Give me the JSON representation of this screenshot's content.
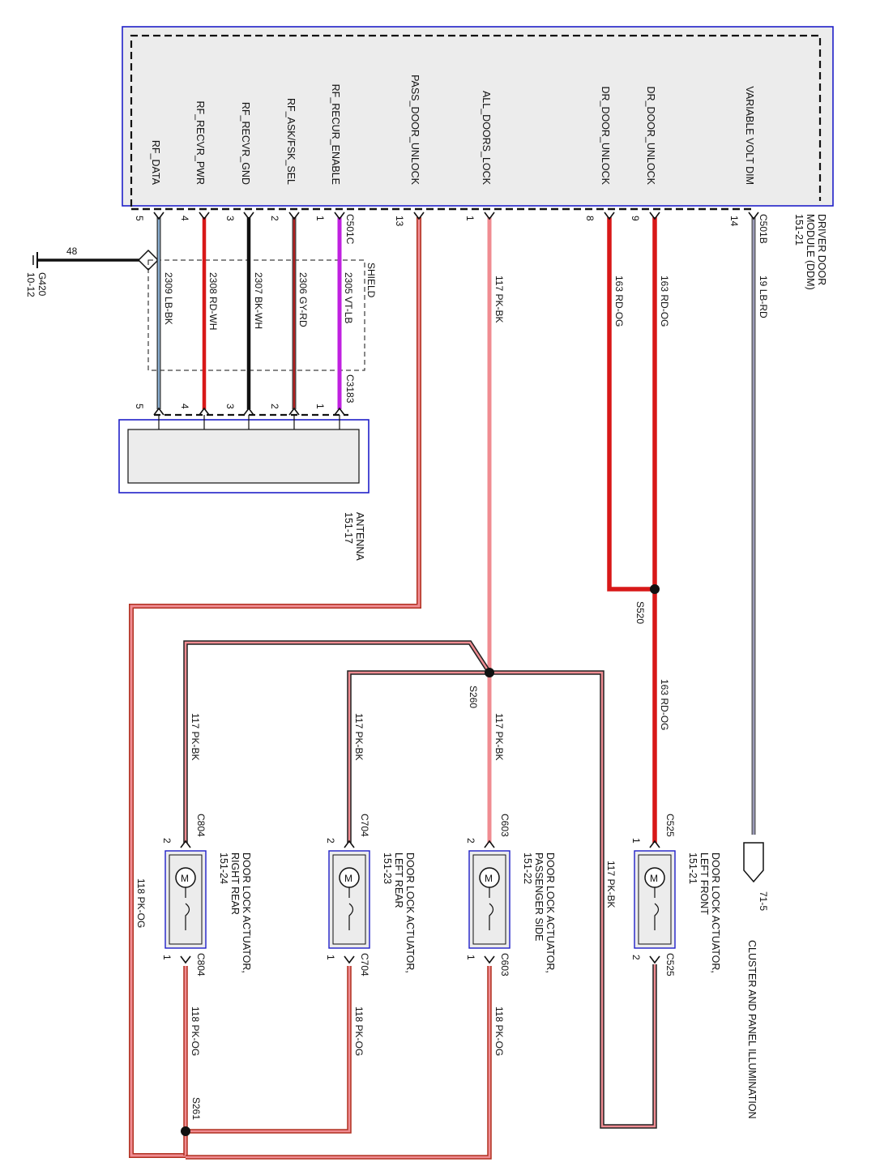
{
  "module": {
    "name_lines": [
      "DRIVER DOOR",
      "MODULE (DDM)",
      "151-21"
    ],
    "connector_a": "C501B",
    "connector_c": "C501C",
    "pin_labels": [
      {
        "pin": "5",
        "signal": "RF_DATA"
      },
      {
        "pin": "4",
        "signal": "RF_RECVR_PWR"
      },
      {
        "pin": "3",
        "signal": "RF_RECVR_GND"
      },
      {
        "pin": "2",
        "signal": "RF_ASK/FSK_SEL"
      },
      {
        "pin": "1",
        "signal": "RF_RECUR_ENABLE"
      },
      {
        "pin": "13",
        "signal": "PASS_DOOR_UNLOCK"
      },
      {
        "pin": "1",
        "signal": "ALL_DOORS_LOCK"
      },
      {
        "pin": "8",
        "signal": "DR_DOOR_UNLOCK"
      },
      {
        "pin": "9",
        "signal": "DR_DOOR_UNLOCK"
      },
      {
        "pin": "14",
        "signal": "VARIABLE VOLT DIM"
      }
    ]
  },
  "shield": {
    "label": "SHIELD",
    "ground_label_lines": [
      "G420",
      "10-12"
    ],
    "ground_wire": "48",
    "connector_end": "C3183"
  },
  "antenna": {
    "name_lines": [
      "ANTENNA",
      "151-17"
    ],
    "pins": [
      "5",
      "4",
      "3",
      "2",
      "1"
    ]
  },
  "wires": [
    {
      "circuit": "2309",
      "color_code": "LB-BK"
    },
    {
      "circuit": "2308",
      "color_code": "RD-WH"
    },
    {
      "circuit": "2307",
      "color_code": "BK-WH"
    },
    {
      "circuit": "2306",
      "color_code": "GY-RD"
    },
    {
      "circuit": "2305",
      "color_code": "VT-LB"
    },
    {
      "circuit": "117",
      "color_code": "PK-BK"
    },
    {
      "circuit": "163",
      "color_code": "RD-OG"
    },
    {
      "circuit": "163",
      "color_code": "RD-OG"
    },
    {
      "circuit": "19",
      "color_code": "LB-RD"
    },
    {
      "circuit": "163",
      "color_code": "RD-OG"
    },
    {
      "circuit": "117",
      "color_code": "PK-BK"
    },
    {
      "circuit": "117",
      "color_code": "PK-BK"
    },
    {
      "circuit": "117",
      "color_code": "PK-BK"
    },
    {
      "circuit": "117",
      "color_code": "PK-BK"
    },
    {
      "circuit": "118",
      "color_code": "PK-OG"
    },
    {
      "circuit": "118",
      "color_code": "PK-OG"
    },
    {
      "circuit": "118",
      "color_code": "PK-OG"
    },
    {
      "circuit": "118",
      "color_code": "PK-OG"
    }
  ],
  "splices": [
    "S520",
    "S260",
    "S261"
  ],
  "actuators": [
    {
      "name_lines": [
        "DOOR LOCK ACTUATOR,",
        "RIGHT REAR",
        "151-24"
      ],
      "connector": "C804",
      "pin_top": "2",
      "pin_bottom": "1"
    },
    {
      "name_lines": [
        "DOOR LOCK ACTUATOR,",
        "LEFT REAR",
        "151-23"
      ],
      "connector": "C704",
      "pin_top": "2",
      "pin_bottom": "1"
    },
    {
      "name_lines": [
        "DOOR LOCK ACTUATOR,",
        "PASSENGER SIDE",
        "151-22"
      ],
      "connector": "C603",
      "pin_top": "2",
      "pin_bottom": "1"
    },
    {
      "name_lines": [
        "DOOR LOCK ACTUATOR,",
        "LEFT FRONT",
        "151-21"
      ],
      "connector": "C525",
      "pin_top": "1",
      "pin_bottom": "2"
    }
  ],
  "cluster": {
    "ref": "71-5",
    "label": "CLUSTER AND PANEL ILLUMINATION"
  },
  "colors": {
    "frame_blue": "#2020c8",
    "module_fill": "#ececec",
    "pk": "#f08c92",
    "red": "#d81818",
    "black": "#111111",
    "violet": "#c021e0",
    "lb": "#8aaed0",
    "gray_lb": "#8c8ca0"
  }
}
